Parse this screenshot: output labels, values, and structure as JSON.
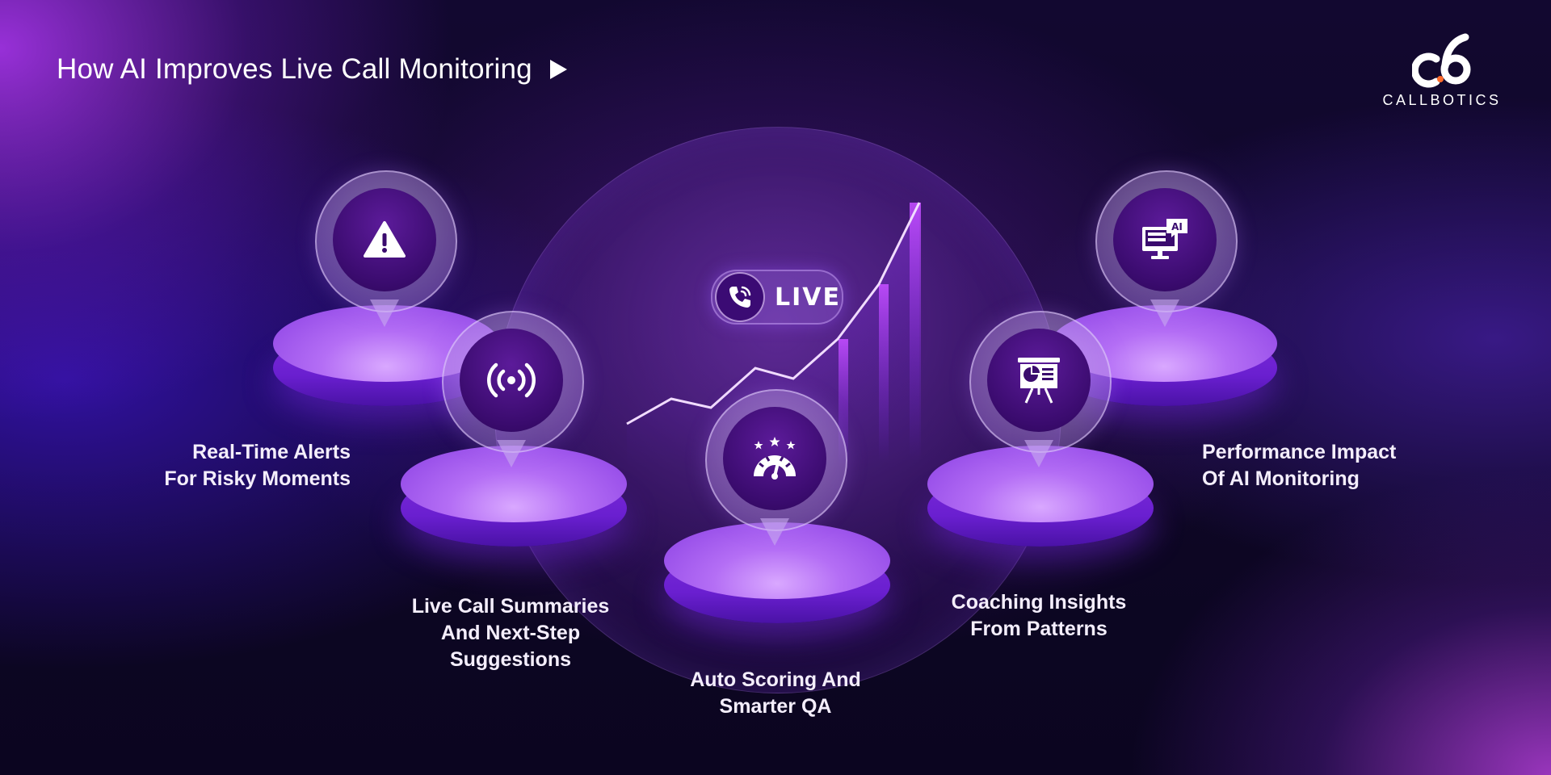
{
  "header": {
    "title": "How AI Improves Live Call Monitoring"
  },
  "logo": {
    "brand": "CALLBOTICS"
  },
  "live_badge": {
    "text": "LIVE"
  },
  "features": [
    {
      "label_line1": "Real-Time Alerts",
      "label_line2": "For Risky Moments",
      "icon": "warning-icon"
    },
    {
      "label_line1": "Live Call Summaries",
      "label_line2": "And Next-Step",
      "label_line3": "Suggestions",
      "icon": "broadcast-icon"
    },
    {
      "label_line1": "Auto Scoring And",
      "label_line2": "Smarter QA",
      "icon": "speedometer-stars-icon"
    },
    {
      "label_line1": "Coaching Insights",
      "label_line2": "From Patterns",
      "icon": "presentation-board-icon"
    },
    {
      "label_line1": "Performance Impact",
      "label_line2": "Of AI Monitoring",
      "icon": "ai-monitor-icon"
    }
  ],
  "ai_icon_text": "AI",
  "colors": {
    "accent": "#b46ef5",
    "pin_inner": "#3a0b6e",
    "background": "#0e0725"
  }
}
